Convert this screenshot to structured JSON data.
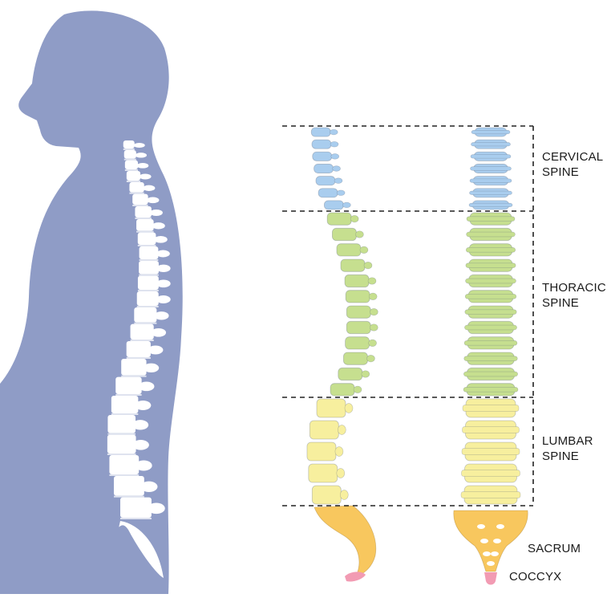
{
  "regions": {
    "cervical": {
      "line1": "CERVICAL",
      "line2": "SPINE",
      "color": "#a9cdee"
    },
    "thoracic": {
      "line1": "THORACIC",
      "line2": "SPINE",
      "color": "#c6df8f"
    },
    "lumbar": {
      "line1": "LUMBAR",
      "line2": "SPINE",
      "color": "#f7ef9e"
    }
  },
  "parts": {
    "sacrum": {
      "label": "SACRUM",
      "color": "#f8c75e"
    },
    "coccyx": {
      "label": "COCCYX",
      "color": "#f29bb3"
    }
  },
  "vertebra_counts": {
    "cervical": 7,
    "thoracic": 12,
    "lumbar": 5
  },
  "colors": {
    "silhouette": "#8f9cc6",
    "bone": "#ffffff",
    "disc": "#dfe3ef",
    "dash": "#222222"
  }
}
